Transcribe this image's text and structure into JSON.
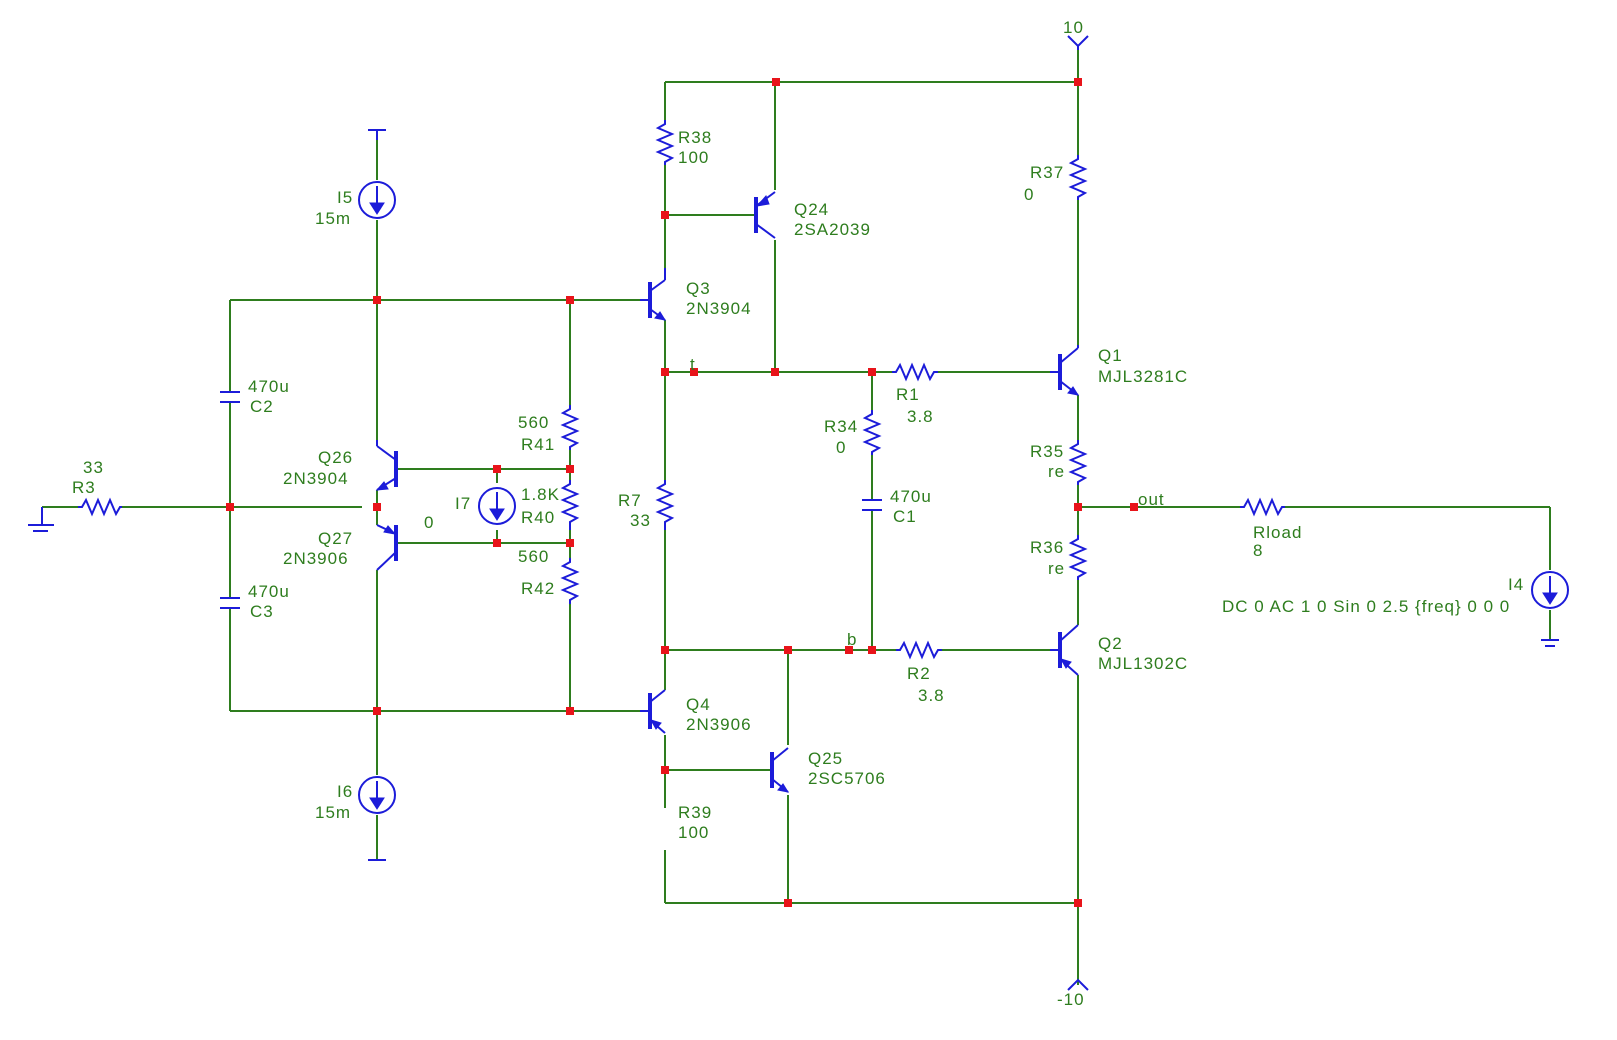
{
  "colors": {
    "wire": "#2e7d1e",
    "component": "#1c1cd9",
    "junction": "#e8141a",
    "label": "#2e7d1e",
    "background": "#ffffff"
  },
  "rails": {
    "positive": "10",
    "negative": "-10"
  },
  "components": {
    "r3": {
      "ref": "R3",
      "value": "33"
    },
    "r7": {
      "ref": "R7",
      "value": "33"
    },
    "r38": {
      "ref": "R38",
      "value": "100"
    },
    "r39": {
      "ref": "R39",
      "value": "100"
    },
    "r37": {
      "ref": "R37",
      "value": "0"
    },
    "r34": {
      "ref": "R34",
      "value": "0"
    },
    "r35": {
      "ref": "R35",
      "value": "re"
    },
    "r36": {
      "ref": "R36",
      "value": "re"
    },
    "r1": {
      "ref": "R1",
      "value": "3.8"
    },
    "r2": {
      "ref": "R2",
      "value": "3.8"
    },
    "r40": {
      "ref": "R40",
      "value": "1.8K"
    },
    "r41": {
      "ref": "R41",
      "value": "560"
    },
    "r42": {
      "ref": "R42",
      "value": "560"
    },
    "rload": {
      "ref": "Rload",
      "value": "8"
    },
    "c1": {
      "ref": "C1",
      "value": "470u"
    },
    "c2": {
      "ref": "C2",
      "value": "470u"
    },
    "c3": {
      "ref": "C3",
      "value": "470u"
    },
    "i5": {
      "ref": "I5",
      "value": "15m"
    },
    "i6": {
      "ref": "I6",
      "value": "15m"
    },
    "i7": {
      "ref": "I7",
      "value": "0"
    },
    "i4": {
      "ref": "I4",
      "value": "DC 0 AC 1 0 Sin 0 2.5 {freq} 0 0 0"
    },
    "q1": {
      "ref": "Q1",
      "model": "MJL3281C"
    },
    "q2": {
      "ref": "Q2",
      "model": "MJL1302C"
    },
    "q3": {
      "ref": "Q3",
      "model": "2N3904"
    },
    "q4": {
      "ref": "Q4",
      "model": "2N3906"
    },
    "q24": {
      "ref": "Q24",
      "model": "2SA2039"
    },
    "q25": {
      "ref": "Q25",
      "model": "2SC5706"
    },
    "q26": {
      "ref": "Q26",
      "model": "2N3904"
    },
    "q27": {
      "ref": "Q27",
      "model": "2N3906"
    }
  },
  "nets": {
    "out": "out",
    "t": "t",
    "b": "b"
  }
}
